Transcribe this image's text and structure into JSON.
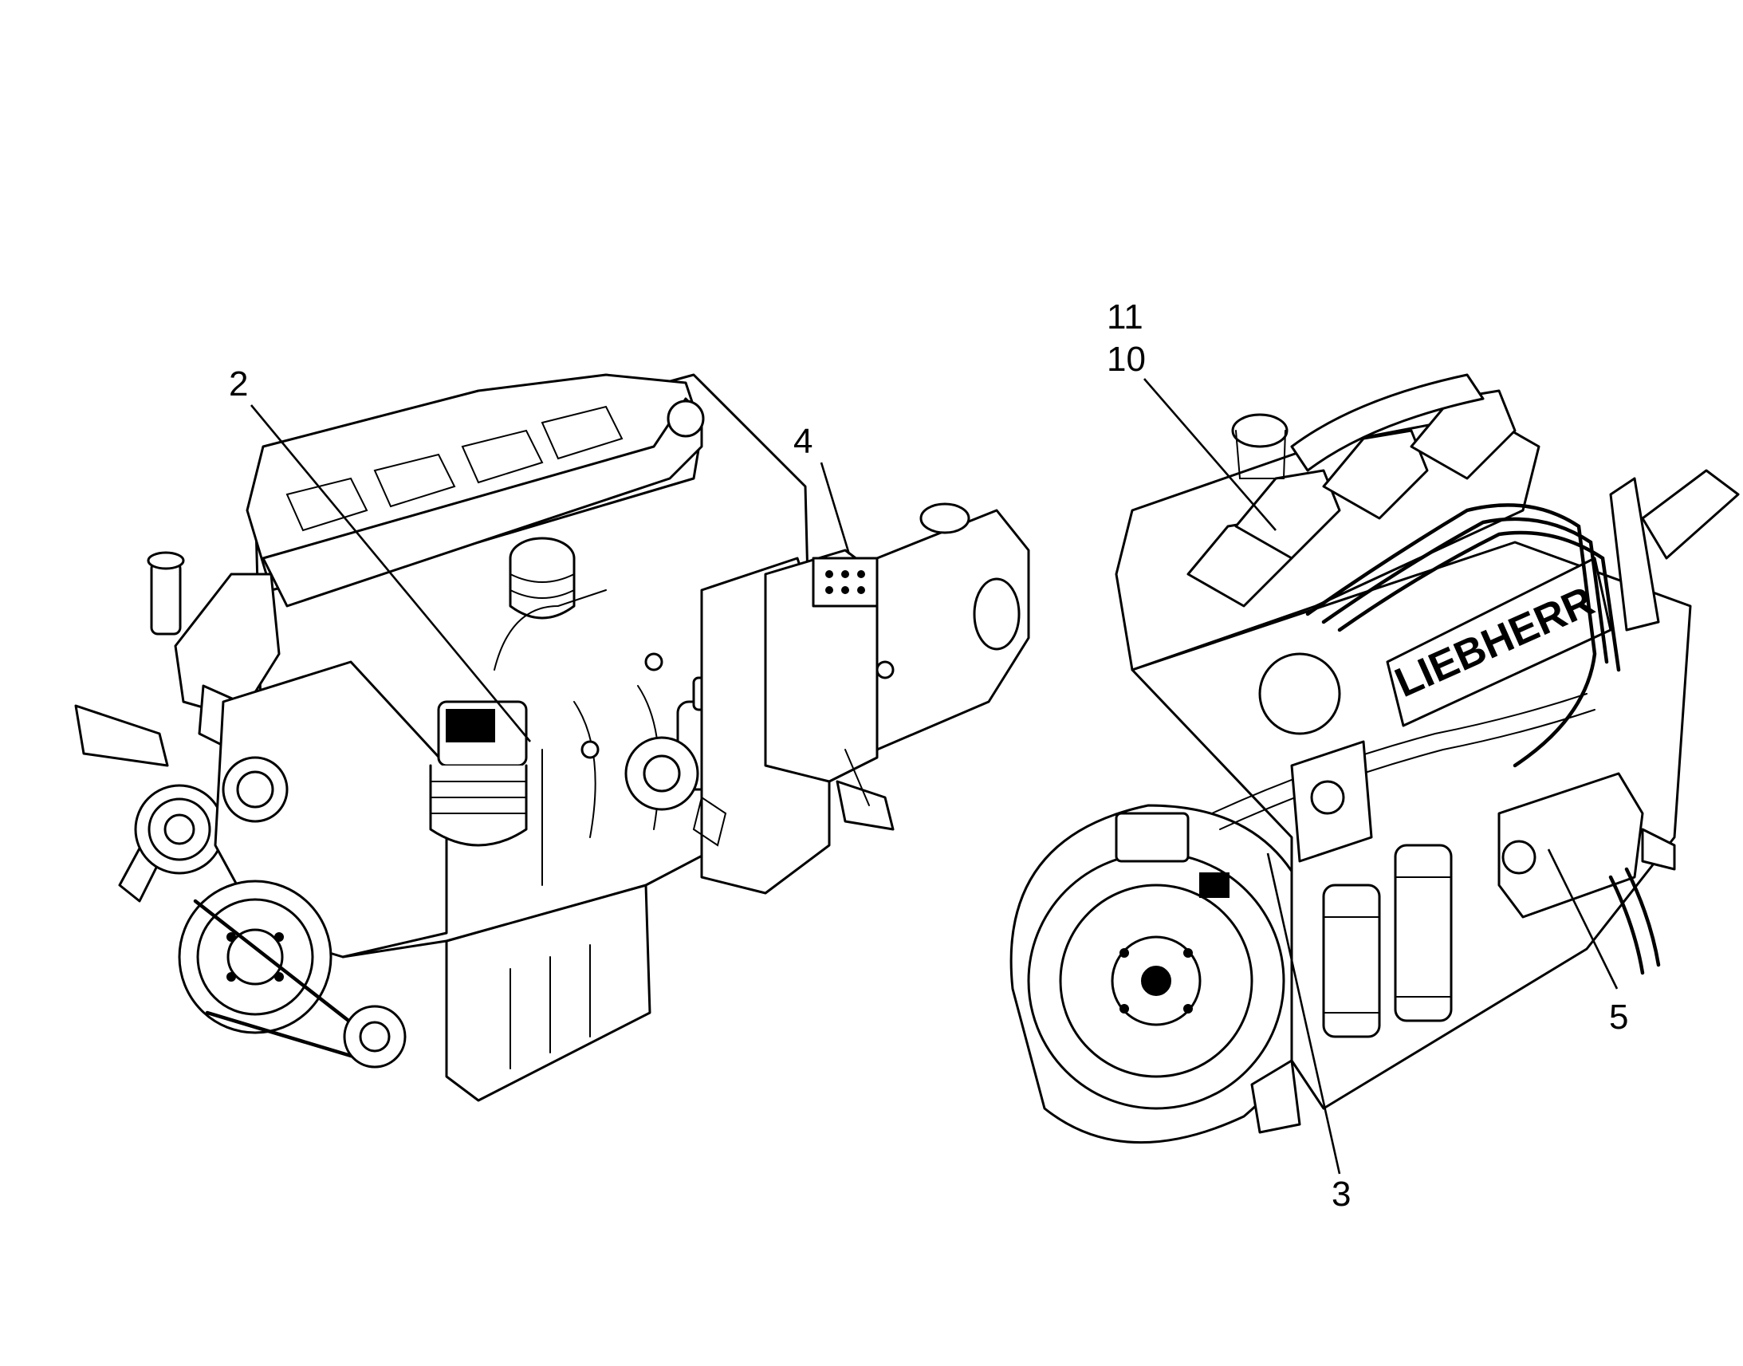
{
  "figure": {
    "background": "#ffffff",
    "ink_color": "#000000",
    "views": [
      {
        "id": "engine-left-view",
        "depicts": "engine assembly, front-left view with fan, air compressor and gearbox"
      },
      {
        "id": "engine-right-view",
        "depicts": "engine assembly, rear-right view with flywheel, fuel filters and injection lines"
      }
    ],
    "callouts": [
      {
        "label": "2"
      },
      {
        "label": "4"
      },
      {
        "label": "11"
      },
      {
        "label": "10"
      },
      {
        "label": "3"
      },
      {
        "label": "5"
      }
    ],
    "brand_lettering": "LIEBHERR"
  }
}
